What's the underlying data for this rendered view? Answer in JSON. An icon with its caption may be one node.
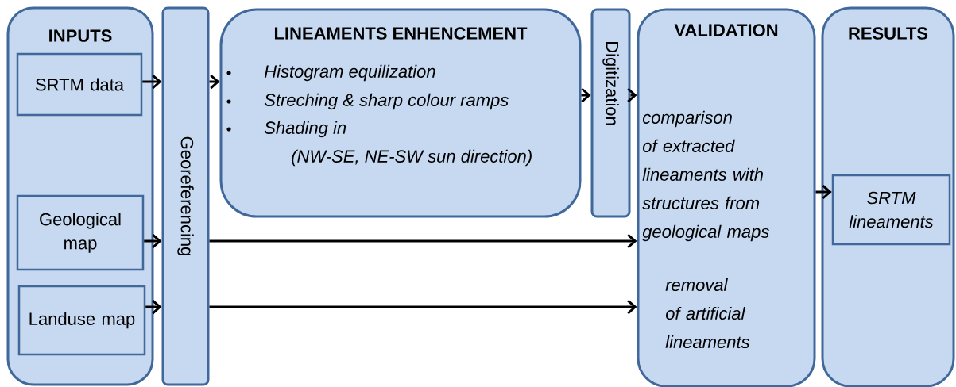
{
  "diagram": {
    "nodes": [
      {
        "text": [
          "INPUTS"
        ]
      },
      {
        "text": [
          "SRTM data"
        ],
        "in": 0
      },
      {
        "text": [
          "Geological map"
        ],
        "in": 0
      },
      {
        "text": [
          "Landuse map"
        ],
        "in": 0
      },
      {
        "text": [
          "Georeferencing"
        ]
      },
      {
        "text": [
          "LINEAMENTS ENHENCEMENT",
          "Histogram equilization",
          "Streching & sharp colour ramps",
          "Shading in (NW-SE, NE-SW sun direction)"
        ]
      },
      {
        "text": [
          "Digitization"
        ]
      },
      {
        "text": [
          "VALIDATION",
          "comparison of extracted lineaments with structures from geological maps",
          "removal of artificial lineaments"
        ]
      },
      {
        "text": [
          "RESULTS"
        ]
      },
      {
        "text": [
          "SRTM lineaments"
        ],
        "in": 8
      }
    ],
    "edges": [
      {
        "from": 1,
        "to": 4,
        "arrow": "to"
      },
      {
        "from": 4,
        "to": 5,
        "arrow": "to"
      },
      {
        "from": 5,
        "to": 6,
        "arrow": "to"
      },
      {
        "from": 6,
        "to": 7,
        "arrow": "to"
      },
      {
        "from": 7,
        "to": 9,
        "arrow": "to"
      },
      {
        "from": 2,
        "to": 4,
        "arrow": "to"
      },
      {
        "from": 4,
        "to": 7,
        "arrow": "to"
      },
      {
        "from": 3,
        "to": 4,
        "arrow": "to"
      },
      {
        "from": 4,
        "to": 7,
        "arrow": "to"
      }
    ]
  }
}
